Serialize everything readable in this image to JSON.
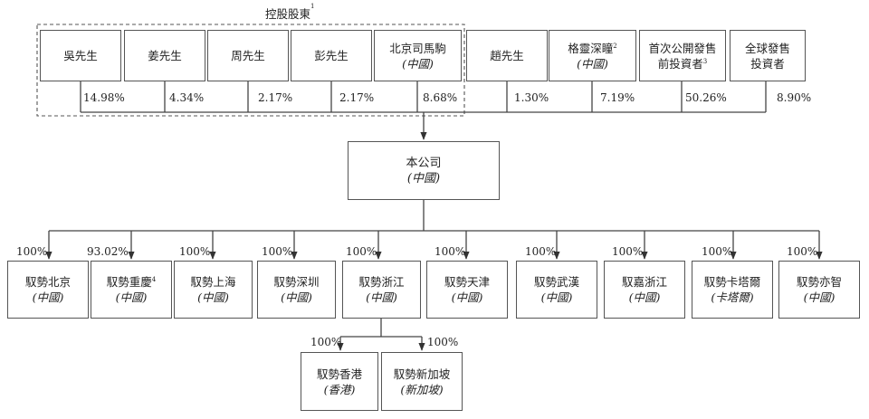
{
  "group_label": "控股股東",
  "group_label_note": "1",
  "shareholders": [
    {
      "name": "吳先生",
      "pct": "14.98%"
    },
    {
      "name": "姜先生",
      "pct": "4.34%"
    },
    {
      "name": "周先生",
      "pct": "2.17%"
    },
    {
      "name": "彭先生",
      "pct": "2.17%"
    },
    {
      "name": "北京司馬駒",
      "sub": "(中國)",
      "pct": "8.68%"
    },
    {
      "name": "趙先生",
      "pct": "1.30%"
    },
    {
      "name": "格靈深瞳",
      "note": "2",
      "sub": "(中國)",
      "pct": "7.19%"
    },
    {
      "name": "首次公開發售",
      "name2": "前投資者",
      "note": "3",
      "pct": "50.26%"
    },
    {
      "name": "全球發售",
      "name2": "投資者",
      "pct": "8.90%"
    }
  ],
  "company": {
    "name": "本公司",
    "sub": "(中國)"
  },
  "subsidiaries": [
    {
      "name": "馭勢北京",
      "sub": "(中國)",
      "pct": "100%"
    },
    {
      "name": "馭勢重慶",
      "note": "4",
      "sub": "(中國)",
      "pct": "93.02%"
    },
    {
      "name": "馭勢上海",
      "sub": "(中國)",
      "pct": "100%"
    },
    {
      "name": "馭勢深圳",
      "sub": "(中國)",
      "pct": "100%"
    },
    {
      "name": "馭勢浙江",
      "sub": "(中國)",
      "pct": "100%"
    },
    {
      "name": "馭勢天津",
      "sub": "(中國)",
      "pct": "100%"
    },
    {
      "name": "馭勢武漢",
      "sub": "(中國)",
      "pct": "100%"
    },
    {
      "name": "馭嘉浙江",
      "sub": "(中國)",
      "pct": "100%"
    },
    {
      "name": "馭勢卡塔爾",
      "sub": "(卡塔爾)",
      "pct": "100%"
    },
    {
      "name": "馭勢亦智",
      "sub": "(中國)",
      "pct": "100%"
    }
  ],
  "sub_subsidiaries": [
    {
      "name": "馭勢香港",
      "sub": "(香港)",
      "pct": "100%"
    },
    {
      "name": "馭勢新加坡",
      "sub": "(新加坡)",
      "pct": "100%"
    }
  ]
}
